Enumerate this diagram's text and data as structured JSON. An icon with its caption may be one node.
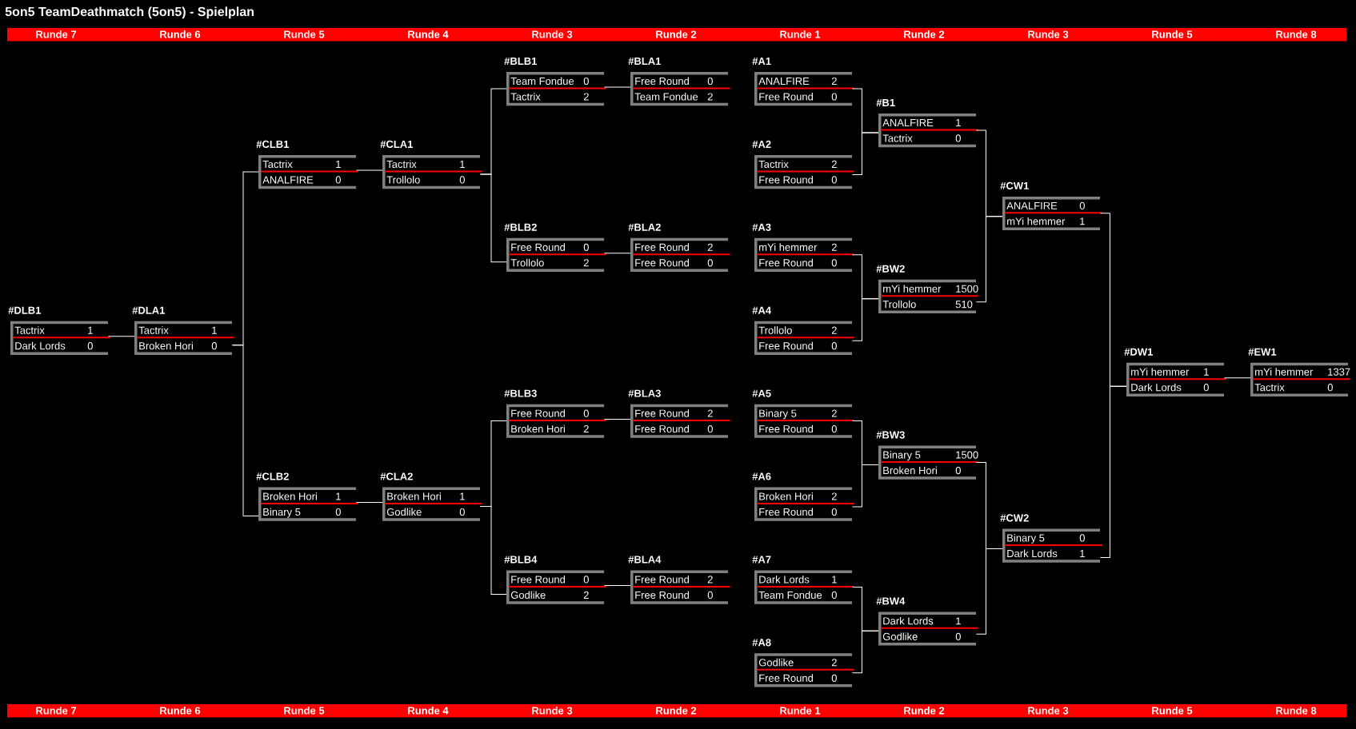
{
  "diagram": {
    "title": "5on5 TeamDeathmatch (5on5) - Spielplan",
    "nodes": [
      {
        "text": [
          "#DLB1",
          "Tactrix",
          "1",
          "Dark Lords",
          "0"
        ]
      },
      {
        "text": [
          "#DLA1",
          "Tactrix",
          "1",
          "Broken Hori",
          "0"
        ]
      },
      {
        "text": [
          "#CLB1",
          "Tactrix",
          "1",
          "ANALFIRE",
          "0"
        ]
      },
      {
        "text": [
          "#CLB2",
          "Broken Hori",
          "1",
          "Binary 5",
          "0"
        ]
      },
      {
        "text": [
          "#CLA1",
          "Tactrix",
          "1",
          "Trollolo",
          "0"
        ]
      },
      {
        "text": [
          "#CLA2",
          "Broken Hori",
          "1",
          "Godlike",
          "0"
        ]
      },
      {
        "text": [
          "#BLB1",
          "Team Fondue",
          "0",
          "Tactrix",
          "2"
        ]
      },
      {
        "text": [
          "#BLB2",
          "Free Round",
          "0",
          "Trollolo",
          "2"
        ]
      },
      {
        "text": [
          "#BLB3",
          "Free Round",
          "0",
          "Broken Hori",
          "2"
        ]
      },
      {
        "text": [
          "#BLB4",
          "Free Round",
          "0",
          "Godlike",
          "2"
        ]
      },
      {
        "text": [
          "#BLA1",
          "Free Round",
          "0",
          "Team Fondue",
          "2"
        ]
      },
      {
        "text": [
          "#BLA2",
          "Free Round",
          "2",
          "Free Round",
          "0"
        ]
      },
      {
        "text": [
          "#BLA3",
          "Free Round",
          "2",
          "Free Round",
          "0"
        ]
      },
      {
        "text": [
          "#BLA4",
          "Free Round",
          "2",
          "Free Round",
          "0"
        ]
      },
      {
        "text": [
          "#A1",
          "ANALFIRE",
          "2",
          "Free Round",
          "0"
        ]
      },
      {
        "text": [
          "#A2",
          "Tactrix",
          "2",
          "Free Round",
          "0"
        ]
      },
      {
        "text": [
          "#A3",
          "mYi hemmer",
          "2",
          "Free Round",
          "0"
        ]
      },
      {
        "text": [
          "#A4",
          "Trollolo",
          "2",
          "Free Round",
          "0"
        ]
      },
      {
        "text": [
          "#A5",
          "Binary 5",
          "2",
          "Free Round",
          "0"
        ]
      },
      {
        "text": [
          "#A6",
          "Broken Hori",
          "2",
          "Free Round",
          "0"
        ]
      },
      {
        "text": [
          "#A7",
          "Dark Lords",
          "1",
          "Team Fondue",
          "0"
        ]
      },
      {
        "text": [
          "#A8",
          "Godlike",
          "2",
          "Free Round",
          "0"
        ]
      },
      {
        "text": [
          "#B1",
          "ANALFIRE",
          "1",
          "Tactrix",
          "0"
        ]
      },
      {
        "text": [
          "#BW2",
          "mYi hemmer",
          "1500",
          "Trollolo",
          "510"
        ]
      },
      {
        "text": [
          "#BW3",
          "Binary 5",
          "1500",
          "Broken Hori",
          "0"
        ]
      },
      {
        "text": [
          "#BW4",
          "Dark Lords",
          "1",
          "Godlike",
          "0"
        ]
      },
      {
        "text": [
          "#CW1",
          "ANALFIRE",
          "0",
          "mYi hemmer",
          "1"
        ]
      },
      {
        "text": [
          "#CW2",
          "Binary 5",
          "0",
          "Dark Lords",
          "1"
        ]
      },
      {
        "text": [
          "#DW1",
          "mYi hemmer",
          "1",
          "Dark Lords",
          "0"
        ]
      },
      {
        "text": [
          "#EW1",
          "mYi hemmer",
          "1337",
          "Tactrix",
          "0"
        ]
      }
    ],
    "edges": [
      {
        "from": 14,
        "to": 22,
        "arrow": "none"
      },
      {
        "from": 15,
        "to": 22,
        "arrow": "none"
      },
      {
        "from": 16,
        "to": 23,
        "arrow": "none"
      },
      {
        "from": 17,
        "to": 23,
        "arrow": "none"
      },
      {
        "from": 18,
        "to": 24,
        "arrow": "none"
      },
      {
        "from": 19,
        "to": 24,
        "arrow": "none"
      },
      {
        "from": 20,
        "to": 25,
        "arrow": "none"
      },
      {
        "from": 21,
        "to": 25,
        "arrow": "none"
      },
      {
        "from": 22,
        "to": 26,
        "arrow": "none"
      },
      {
        "from": 23,
        "to": 26,
        "arrow": "none"
      },
      {
        "from": 24,
        "to": 27,
        "arrow": "none"
      },
      {
        "from": 25,
        "to": 27,
        "arrow": "none"
      },
      {
        "from": 26,
        "to": 28,
        "arrow": "none"
      },
      {
        "from": 27,
        "to": 28,
        "arrow": "none"
      },
      {
        "from": 28,
        "to": 29,
        "arrow": "none"
      },
      {
        "from": 10,
        "to": 6,
        "arrow": "none"
      },
      {
        "from": 11,
        "to": 7,
        "arrow": "none"
      },
      {
        "from": 12,
        "to": 8,
        "arrow": "none"
      },
      {
        "from": 13,
        "to": 9,
        "arrow": "none"
      },
      {
        "from": 6,
        "to": 4,
        "arrow": "none"
      },
      {
        "from": 7,
        "to": 4,
        "arrow": "none"
      },
      {
        "from": 8,
        "to": 5,
        "arrow": "none"
      },
      {
        "from": 9,
        "to": 5,
        "arrow": "none"
      },
      {
        "from": 4,
        "to": 2,
        "arrow": "none"
      },
      {
        "from": 5,
        "to": 3,
        "arrow": "none"
      },
      {
        "from": 2,
        "to": 1,
        "arrow": "none"
      },
      {
        "from": 3,
        "to": 1,
        "arrow": "none"
      },
      {
        "from": 1,
        "to": 0,
        "arrow": "none"
      }
    ],
    "labels": [
      "Runde 7",
      "Runde 6",
      "Runde 5",
      "Runde 4",
      "Runde 3",
      "Runde 2",
      "Runde 1",
      "Runde 2",
      "Runde 3",
      "Runde 5",
      "Runde 8",
      "Runde 7",
      "Runde 6",
      "Runde 5",
      "Runde 4",
      "Runde 3",
      "Runde 2",
      "Runde 1",
      "Runde 2",
      "Runde 3",
      "Runde 5",
      "Runde 8"
    ]
  }
}
